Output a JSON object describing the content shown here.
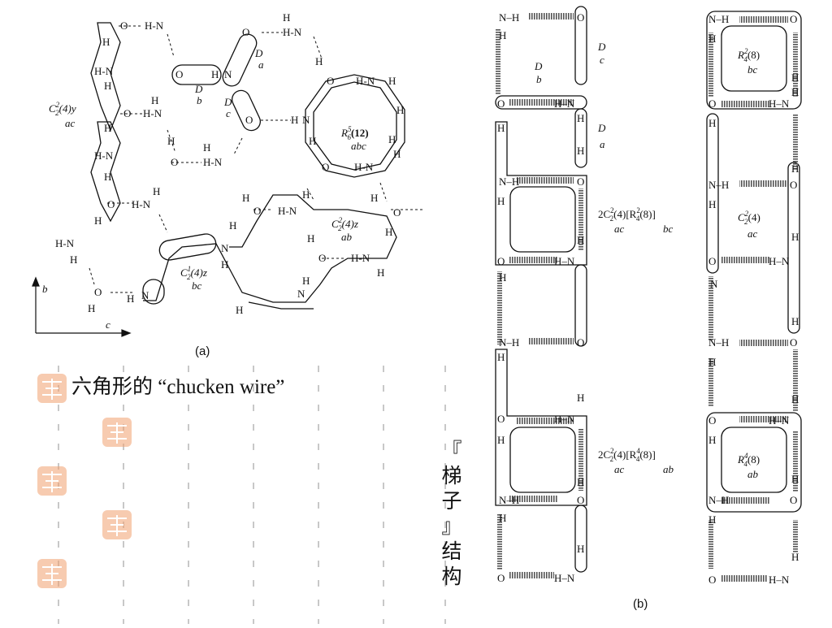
{
  "titles": {
    "hexagonal": "六角形的 “chucken wire”",
    "ladder_chars": [
      "『",
      "梯",
      "子",
      "』",
      "结",
      "构"
    ]
  },
  "captions": {
    "a": "(a)",
    "b": "(b)"
  },
  "panel_a": {
    "axis": {
      "b": "b",
      "c": "c"
    },
    "descriptors": {
      "c2y_main": "C",
      "c2y_sup": "2",
      "c2y_sub": "2",
      "c2y_tail": "(4)y",
      "c2y_pair": "ac",
      "d_a": "D",
      "d_a_sub": "a",
      "d_b": "D",
      "d_b_sub": "b",
      "d_c": "D",
      "d_c_sub": "c",
      "r6_main": "R",
      "r6_sup": "5",
      "r6_sub": "6",
      "r6_tail": "(12)",
      "r6_pair": "abc",
      "c2z_main": "C",
      "c2z_sup": "2",
      "c2z_sub": "2",
      "c2z_tail": "(4)z",
      "c2z_pair": "ab",
      "c1z_main": "C",
      "c1z_sup": "1",
      "c1z_sub": "2",
      "c1z_tail": "(4)z",
      "c1z_pair": "bc"
    }
  },
  "panel_b": {
    "labels": {
      "d_c": "D",
      "d_c_sub": "c",
      "d_b": "D",
      "d_b_sub": "b",
      "d_a": "D",
      "d_a_sub": "a",
      "r1_main": "2C",
      "r1_c_sup": "2",
      "r1_c_sub": "2",
      "r1_mid": "(4)[R",
      "r1_r_sup": "2",
      "r1_r_sub": "4",
      "r1_tail": "(8)]",
      "r1_pair1": "ac",
      "r1_pair2": "bc",
      "r2_main": "2C",
      "r2_c_sup": "2",
      "r2_c_sub": "2",
      "r2_mid": "(4)[R",
      "r2_r_sup": "4",
      "r2_r_sub": "4",
      "r2_tail": "(8)]",
      "r2_pair1": "ac",
      "r2_pair2": "ab",
      "rb_main": "R",
      "rb_sup": "2",
      "rb_sub": "4",
      "rb_tail": "(8)",
      "rb_pair": "bc",
      "cc_main": "C",
      "cc_sup": "2",
      "cc_sub": "2",
      "cc_tail": "(4)",
      "cc_pair": "ac",
      "ra_main": "R",
      "ra_sup": "4",
      "ra_sub": "4",
      "ra_tail": "(8)",
      "ra_pair": "ab"
    }
  },
  "colors": {
    "seal": "#f0a070",
    "grid": "#c8c8c8",
    "ink": "#111111"
  }
}
